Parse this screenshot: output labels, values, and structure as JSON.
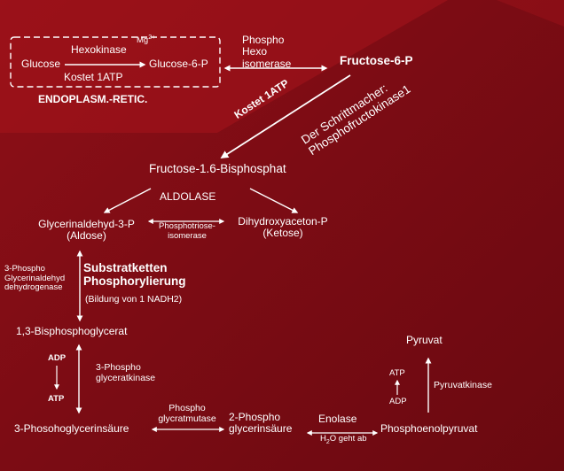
{
  "colors": {
    "background": "#7c0c14",
    "band": "#a5141c",
    "text": "#ffffff"
  },
  "er_box": {
    "hexokinase": "Hexokinase",
    "mg": "Mg",
    "mg_charge": "2+",
    "glucose": "Glucose",
    "glucose6p": "Glucose-6-P",
    "kostet": "Kostet 1ATP",
    "er_label": "ENDOPLASM.-RETIC."
  },
  "isomerase": {
    "line1": "Phospho",
    "line2": "Hexo",
    "line3": "isomerase"
  },
  "fructose6p": "Fructose-6-P",
  "pfk": {
    "kostet": "Kostet 1ATP",
    "line1": "Der Schrittmacher:",
    "line2": "Phosphofructokinase1"
  },
  "fructose16": "Fructose-1.6-Bisphosphat",
  "aldolase": "ALDOLASE",
  "gap": {
    "name": "Glycerinaldehyd-3-P",
    "type": "(Aldose)"
  },
  "tpi": {
    "line1": "Phosphotriose-",
    "line2": "isomerase"
  },
  "dhap": {
    "name": "Dihydroxyaceton-P",
    "type": "(Ketose)"
  },
  "gapdh": {
    "line1": "3-Phospho",
    "line2": "Glycerinaldehyd",
    "line3": "dehydrogenase"
  },
  "substrate": {
    "line1": "Substratketten",
    "line2": "Phosphorylierung",
    "note": "(Bildung von 1 NADH2)"
  },
  "bpg": "1,3-Bisphosphoglycerat",
  "adp_left": "ADP",
  "atp_left": "ATP",
  "pgk": {
    "line1": "3-Phospho",
    "line2": "glyceratkinase"
  },
  "pg3": "3-Phosohoglycerinsäure",
  "pgm": {
    "line1": "Phospho",
    "line2": "glycratmutase"
  },
  "pg2": {
    "line1": "2-Phospho",
    "line2": "glycerinsäure"
  },
  "enolase": "Enolase",
  "water": {
    "h": "H",
    "sub": "2",
    "rest": "O geht ab"
  },
  "pep": "Phosphoenolpyruvat",
  "pyruvate": "Pyruvat",
  "atp_right": "ATP",
  "adp_right": "ADP",
  "pyruvatkinase": "Pyruvatkinase"
}
